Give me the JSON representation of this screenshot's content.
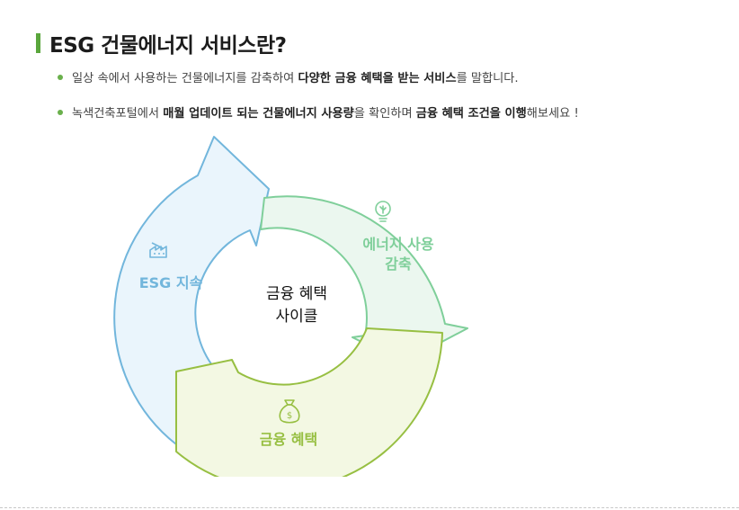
{
  "title": "ESG 건물에너지 서비스란?",
  "bullets": [
    {
      "t1": "일상 속에서 사용하는 건물에너지를 감축하여 ",
      "b1": "다양한 금융 혜택을 받는 서비스",
      "t2": "를 말합니다.",
      "b2": "",
      "t3": "",
      "b3": "",
      "t4": ""
    },
    {
      "t1": "녹색건축포털에서 ",
      "b1": "매월 업데이트 되는 건물에너지 사용량",
      "t2": "을 확인하며 ",
      "b2": "금융 혜택 조건을 이행",
      "t3": "해보세요 !",
      "b3": "",
      "t4": ""
    }
  ],
  "cycle": {
    "center_line1": "금융 혜택",
    "center_line2": "사이클",
    "segments": [
      {
        "line1": "ESG 지속",
        "line2": "",
        "color": "#72b6dc",
        "fill": "#eaf5fc",
        "icon": "factory-icon"
      },
      {
        "line1": "에너지 사용",
        "line2": "감축",
        "color": "#7fcf9a",
        "fill": "#ebf7ef",
        "icon": "lightbulb-icon"
      },
      {
        "line1": "금융 혜택",
        "line2": "",
        "color": "#97bf42",
        "fill": "#f3f8e3",
        "icon": "money-bag-icon"
      }
    ]
  },
  "colors": {
    "accent": "#5aa63c",
    "bullet_dot": "#6ab04c"
  }
}
